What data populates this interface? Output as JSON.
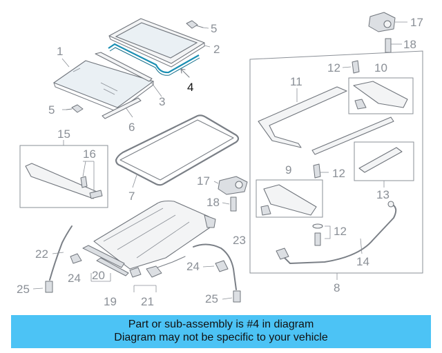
{
  "labels": {
    "l1": "1",
    "l2": "2",
    "l3": "3",
    "l4": "4",
    "l5a": "5",
    "l5b": "5",
    "l6": "6",
    "l7": "7",
    "l8": "8",
    "l9": "9",
    "l10": "10",
    "l11": "11",
    "l12a": "12",
    "l12b": "12",
    "l12c": "12",
    "l13": "13",
    "l14": "14",
    "l15": "15",
    "l16": "16",
    "l17a": "17",
    "l17b": "17",
    "l18a": "18",
    "l18b": "18",
    "l19": "19",
    "l20": "20",
    "l21": "21",
    "l22": "22",
    "l23": "23",
    "l24a": "24",
    "l24b": "24",
    "l25a": "25",
    "l25b": "25"
  },
  "highlighted_part": "4",
  "highlight_color": "#1a8fb3",
  "banner": {
    "line1": "Part or sub-assembly is #4 in diagram",
    "line2": "Diagram may not be specific to your vehicle",
    "background": "#4cc3f5"
  }
}
